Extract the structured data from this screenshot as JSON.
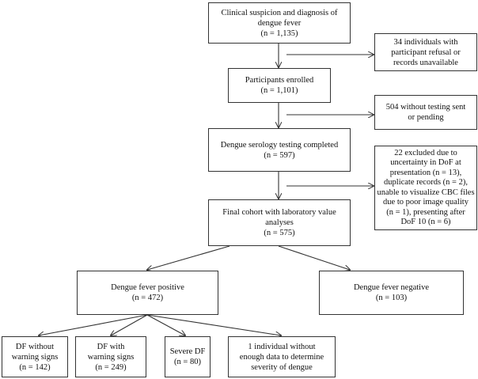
{
  "boxes": {
    "clinical": {
      "line1": "Clinical suspicion and diagnosis of",
      "line2": "dengue fever",
      "line3": "(n = 1,135)"
    },
    "excl1": {
      "line1": "34 individuals with",
      "line2": "participant refusal or",
      "line3": "records unavailable"
    },
    "enrolled": {
      "line1": "Participants enrolled",
      "line2": "(n = 1,101)"
    },
    "excl2": {
      "line1": "504 without testing sent",
      "line2": "or pending"
    },
    "serology": {
      "line1": "Dengue serology testing completed",
      "line2": "(n = 597)"
    },
    "excl3": {
      "line1": "22 excluded due to",
      "line2": "uncertainty in DoF at",
      "line3": "presentation (n = 13),",
      "line4": "duplicate records (n = 2),",
      "line5": "unable to visualize CBC files",
      "line6": "due to poor image quality",
      "line7": "(n = 1), presenting after",
      "line8": "DoF 10 (n = 6)"
    },
    "final": {
      "line1": "Final cohort with laboratory value",
      "line2": "analyses",
      "line3": "(n = 575)"
    },
    "positive": {
      "line1": "Dengue fever positive",
      "line2": "(n = 472)"
    },
    "negative": {
      "line1": "Dengue fever negative",
      "line2": "(n = 103)"
    },
    "df_without": {
      "line1": "DF without",
      "line2": "warning signs",
      "line3": "(n = 142)"
    },
    "df_with": {
      "line1": "DF with",
      "line2": "warning signs",
      "line3": "(n = 249)"
    },
    "severe": {
      "line1": "Severe DF",
      "line2": "(n = 80)"
    },
    "insufficient": {
      "line1": "1 individual without",
      "line2": "enough data to determine",
      "line3": "severity of dengue"
    }
  }
}
